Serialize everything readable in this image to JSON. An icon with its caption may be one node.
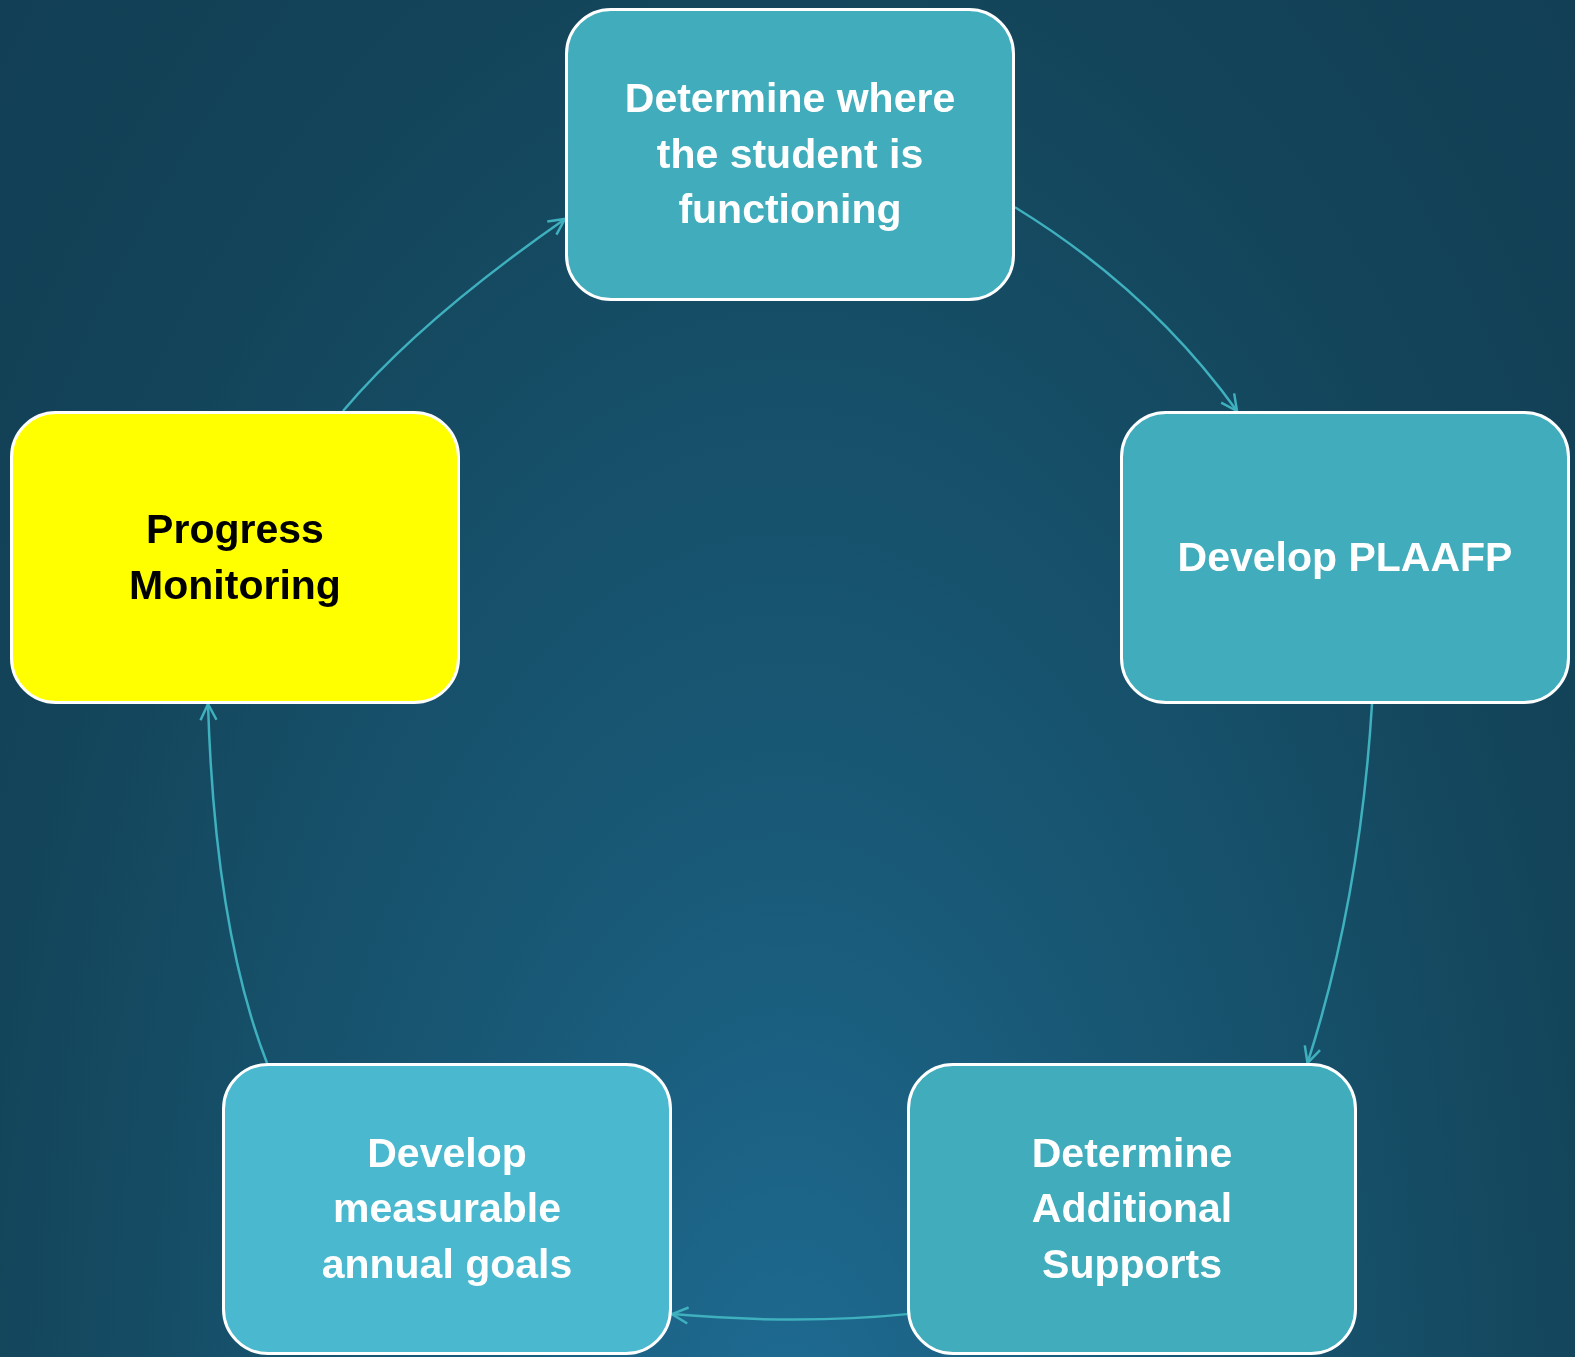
{
  "diagram": {
    "nodes": [
      {
        "text": [
          "Determine where the student is functioning"
        ]
      },
      {
        "text": [
          "Develop PLAAFP"
        ]
      },
      {
        "text": [
          "Determine Additional Supports"
        ]
      },
      {
        "text": [
          "Develop measurable annual goals"
        ]
      },
      {
        "text": [
          "Progress Monitoring"
        ]
      }
    ],
    "edges": [
      {
        "from": 0,
        "to": 1,
        "arrow": "to"
      },
      {
        "from": 1,
        "to": 2,
        "arrow": "to"
      },
      {
        "from": 2,
        "to": 3,
        "arrow": "to"
      },
      {
        "from": 3,
        "to": 4,
        "arrow": "to"
      },
      {
        "from": 4,
        "to": 0,
        "arrow": "to"
      }
    ]
  }
}
